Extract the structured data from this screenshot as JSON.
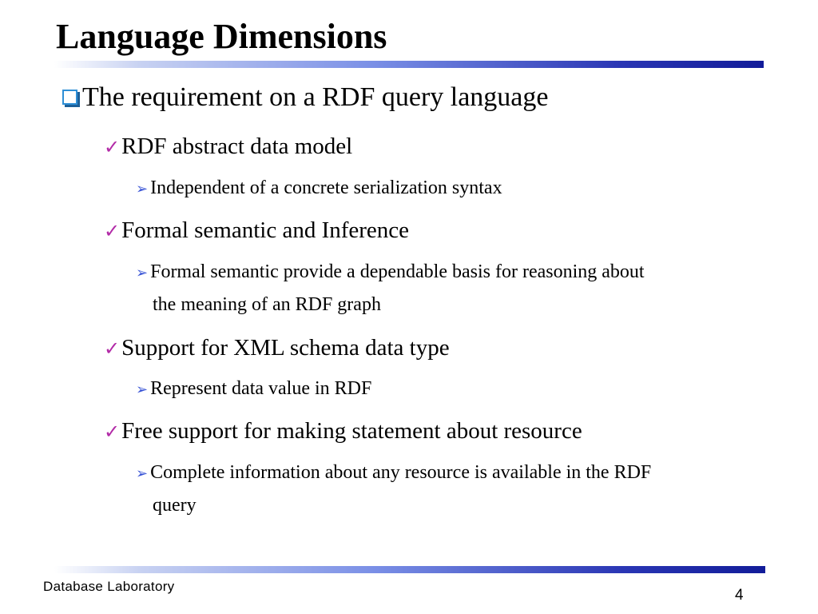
{
  "slide": {
    "title": "Language Dimensions",
    "heading": "The requirement on a RDF query language",
    "items": [
      {
        "label": "RDF abstract data model",
        "sub": [
          "Independent of a concrete serialization syntax"
        ]
      },
      {
        "label": "Formal semantic and Inference",
        "sub": [
          "Formal semantic provide a dependable basis for reasoning about",
          "the meaning of an RDF graph"
        ]
      },
      {
        "label": "Support for XML schema data type",
        "sub": [
          "Represent data value in RDF"
        ]
      },
      {
        "label": "Free support for making statement about resource",
        "sub": [
          "Complete information about any resource is available in the RDF",
          "query"
        ]
      }
    ]
  },
  "footer": {
    "org": "Database Laboratory",
    "page": "4"
  },
  "icons": {
    "heading_bullet": "square-bullet-icon",
    "item_bullet": "checkmark-icon",
    "sub_bullet": "arrow-bullet-icon"
  },
  "colors": {
    "rule_dark": "#121c99",
    "checkmark": "#b22aa7",
    "arrow": "#3a55d6",
    "square": "#2e8fd6"
  }
}
